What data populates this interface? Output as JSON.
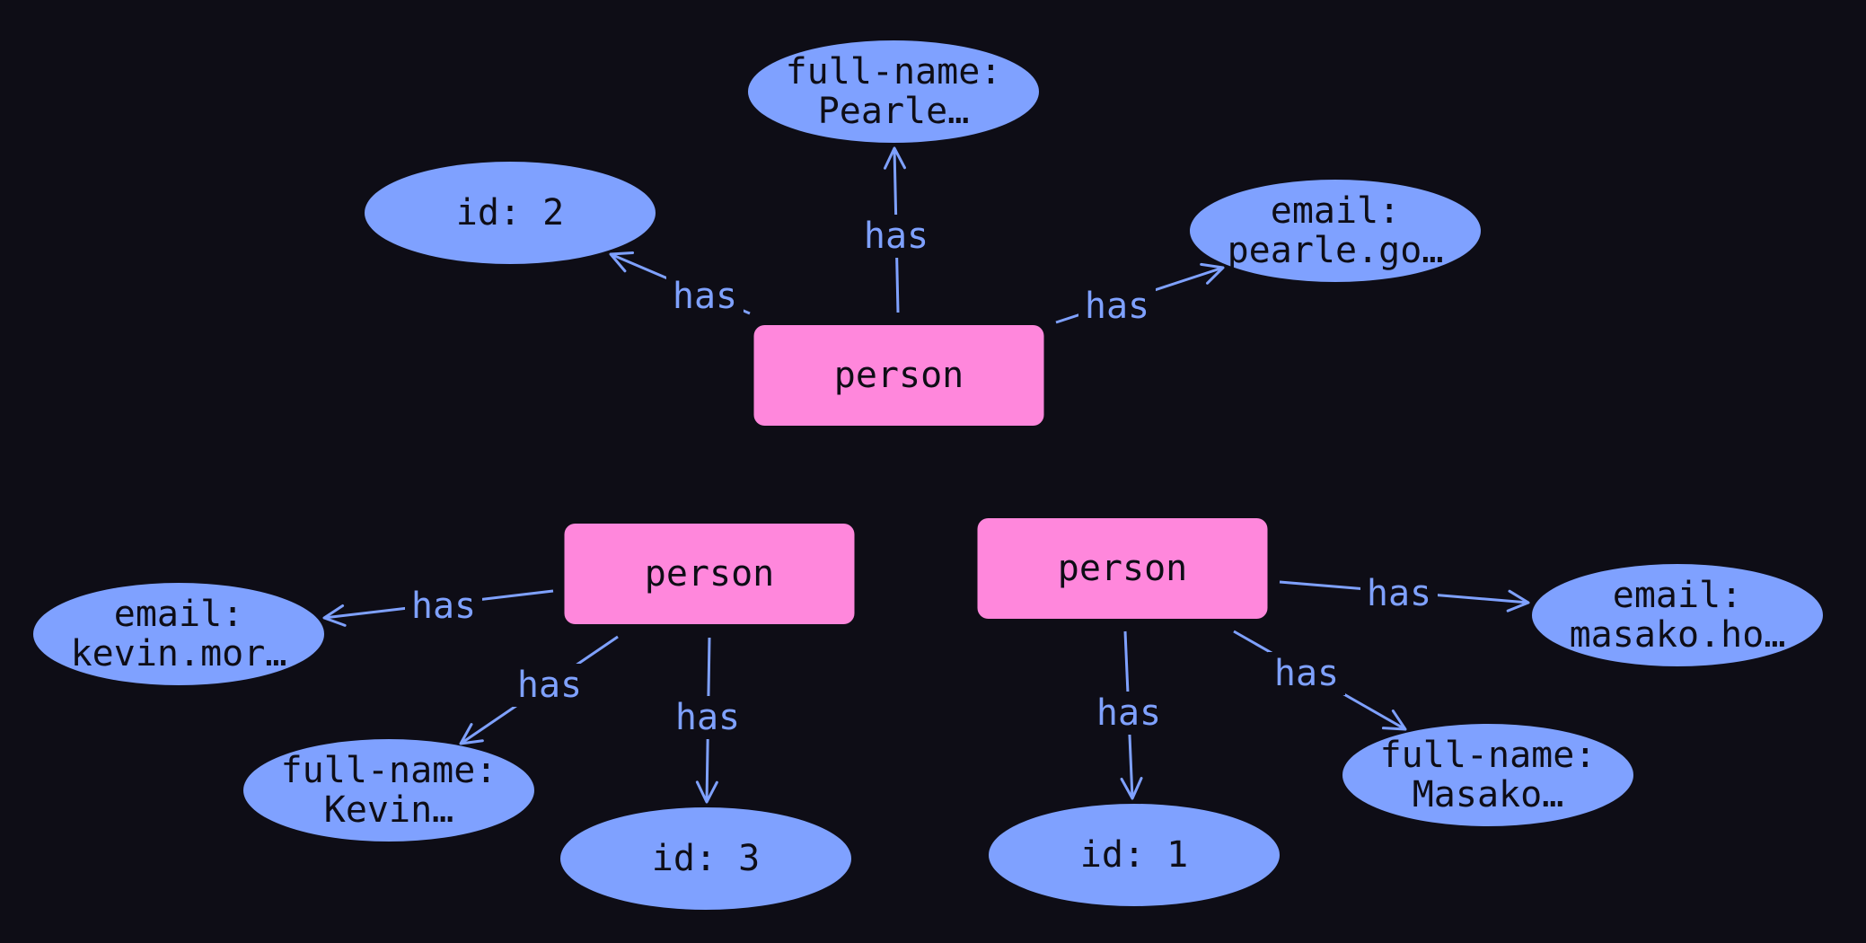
{
  "colors": {
    "background": "#0e0d16",
    "entity": "#ff87dc",
    "attribute": "#7fa1ff",
    "edge": "#7fa1ff",
    "node_text": "#0e0d16"
  },
  "entities": [
    {
      "id": "person_a",
      "label": "person"
    },
    {
      "id": "person_b",
      "label": "person"
    },
    {
      "id": "person_c",
      "label": "person"
    }
  ],
  "attributes": [
    {
      "id": "id2",
      "lines": [
        "id: 2"
      ]
    },
    {
      "id": "fname_pearle",
      "lines": [
        "full-name:",
        "Pearle…"
      ]
    },
    {
      "id": "email_pearle",
      "lines": [
        "email:",
        "pearle.go…"
      ]
    },
    {
      "id": "email_kevin",
      "lines": [
        "email:",
        "kevin.mor…"
      ]
    },
    {
      "id": "fname_kevin",
      "lines": [
        "full-name:",
        "Kevin…"
      ]
    },
    {
      "id": "id3",
      "lines": [
        "id: 3"
      ]
    },
    {
      "id": "id1",
      "lines": [
        "id: 1"
      ]
    },
    {
      "id": "fname_masako",
      "lines": [
        "full-name:",
        "Masako…"
      ]
    },
    {
      "id": "email_masako",
      "lines": [
        "email:",
        "masako.ho…"
      ]
    }
  ],
  "edges": [
    {
      "from": "person_a",
      "to": "id2",
      "label": "has"
    },
    {
      "from": "person_a",
      "to": "fname_pearle",
      "label": "has"
    },
    {
      "from": "person_a",
      "to": "email_pearle",
      "label": "has"
    },
    {
      "from": "person_b",
      "to": "email_kevin",
      "label": "has"
    },
    {
      "from": "person_b",
      "to": "fname_kevin",
      "label": "has"
    },
    {
      "from": "person_b",
      "to": "id3",
      "label": "has"
    },
    {
      "from": "person_c",
      "to": "id1",
      "label": "has"
    },
    {
      "from": "person_c",
      "to": "fname_masako",
      "label": "has"
    },
    {
      "from": "person_c",
      "to": "email_masako",
      "label": "has"
    }
  ]
}
